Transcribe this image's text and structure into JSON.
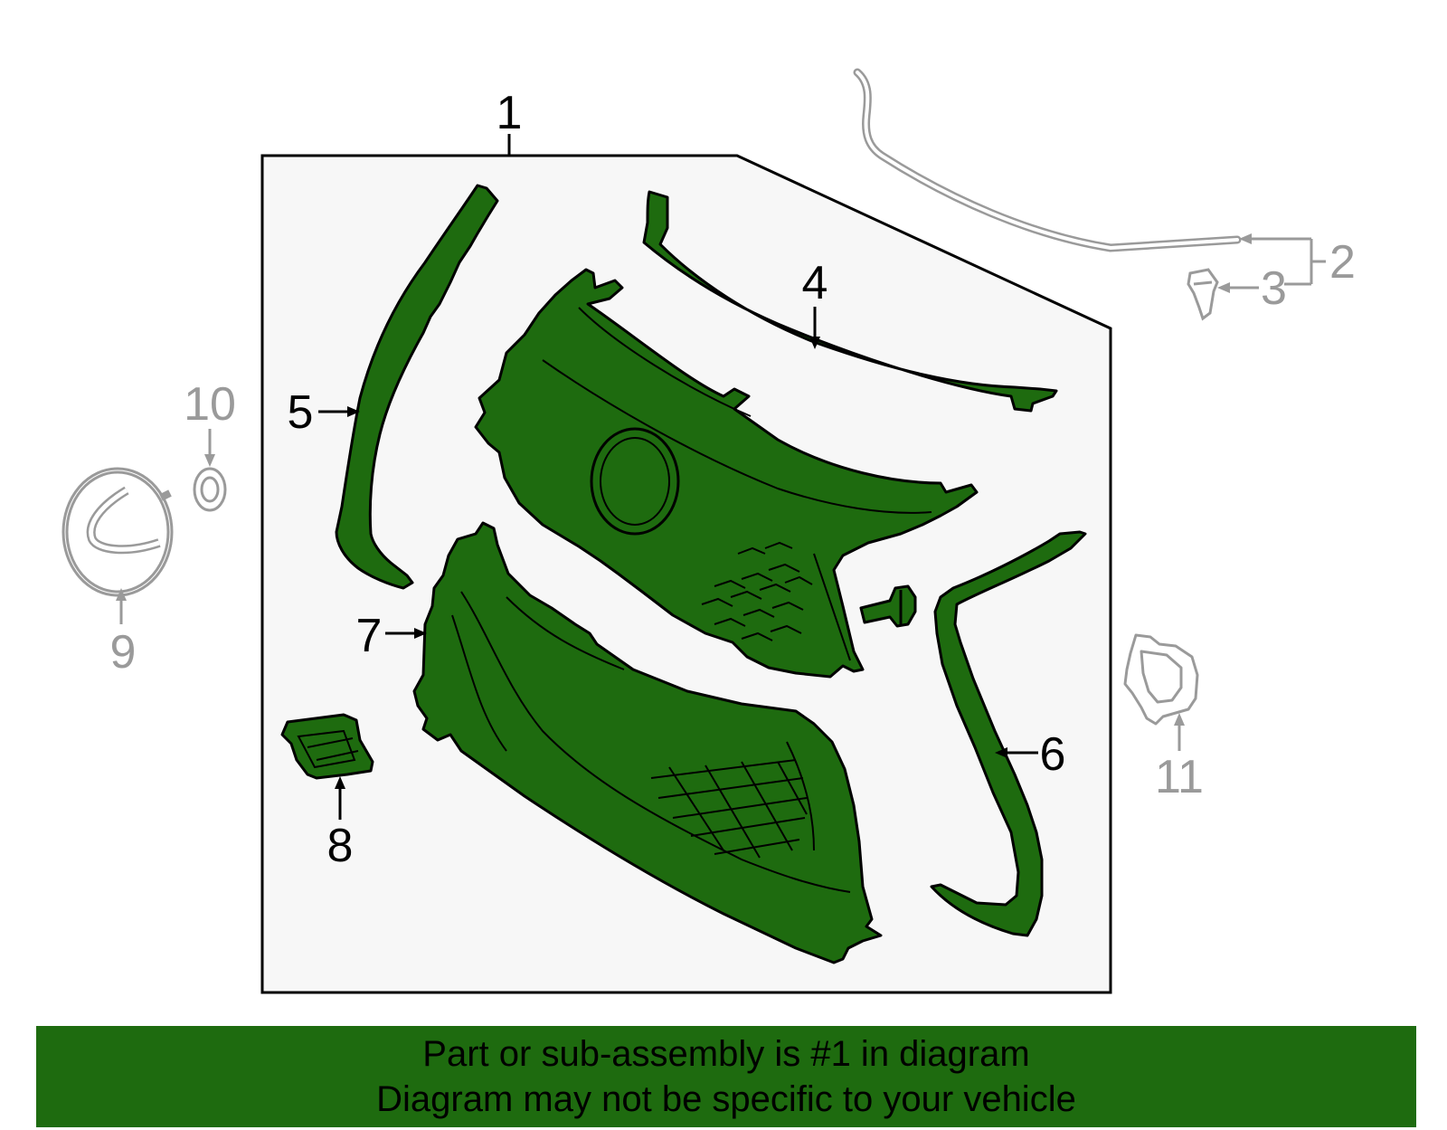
{
  "diagram": {
    "callouts": [
      {
        "id": "1",
        "label": "1",
        "style": "primary"
      },
      {
        "id": "2",
        "label": "2",
        "style": "related"
      },
      {
        "id": "3",
        "label": "3",
        "style": "related"
      },
      {
        "id": "4",
        "label": "4",
        "style": "primary"
      },
      {
        "id": "5",
        "label": "5",
        "style": "primary"
      },
      {
        "id": "6",
        "label": "6",
        "style": "primary"
      },
      {
        "id": "7",
        "label": "7",
        "style": "primary"
      },
      {
        "id": "8",
        "label": "8",
        "style": "primary"
      },
      {
        "id": "9",
        "label": "9",
        "style": "related"
      },
      {
        "id": "10",
        "label": "10",
        "style": "related"
      },
      {
        "id": "11",
        "label": "11",
        "style": "related"
      }
    ],
    "colors": {
      "highlight_fill": "#1e6b0f",
      "outline": "#000000",
      "related_parts": "#9a9a9a",
      "assembly_box_fill": "#f7f7f7",
      "banner_bg": "#1e6b0f"
    }
  },
  "banner": {
    "line1": "Part or sub-assembly is #1 in diagram",
    "line2": "Diagram may not be specific to your vehicle"
  }
}
